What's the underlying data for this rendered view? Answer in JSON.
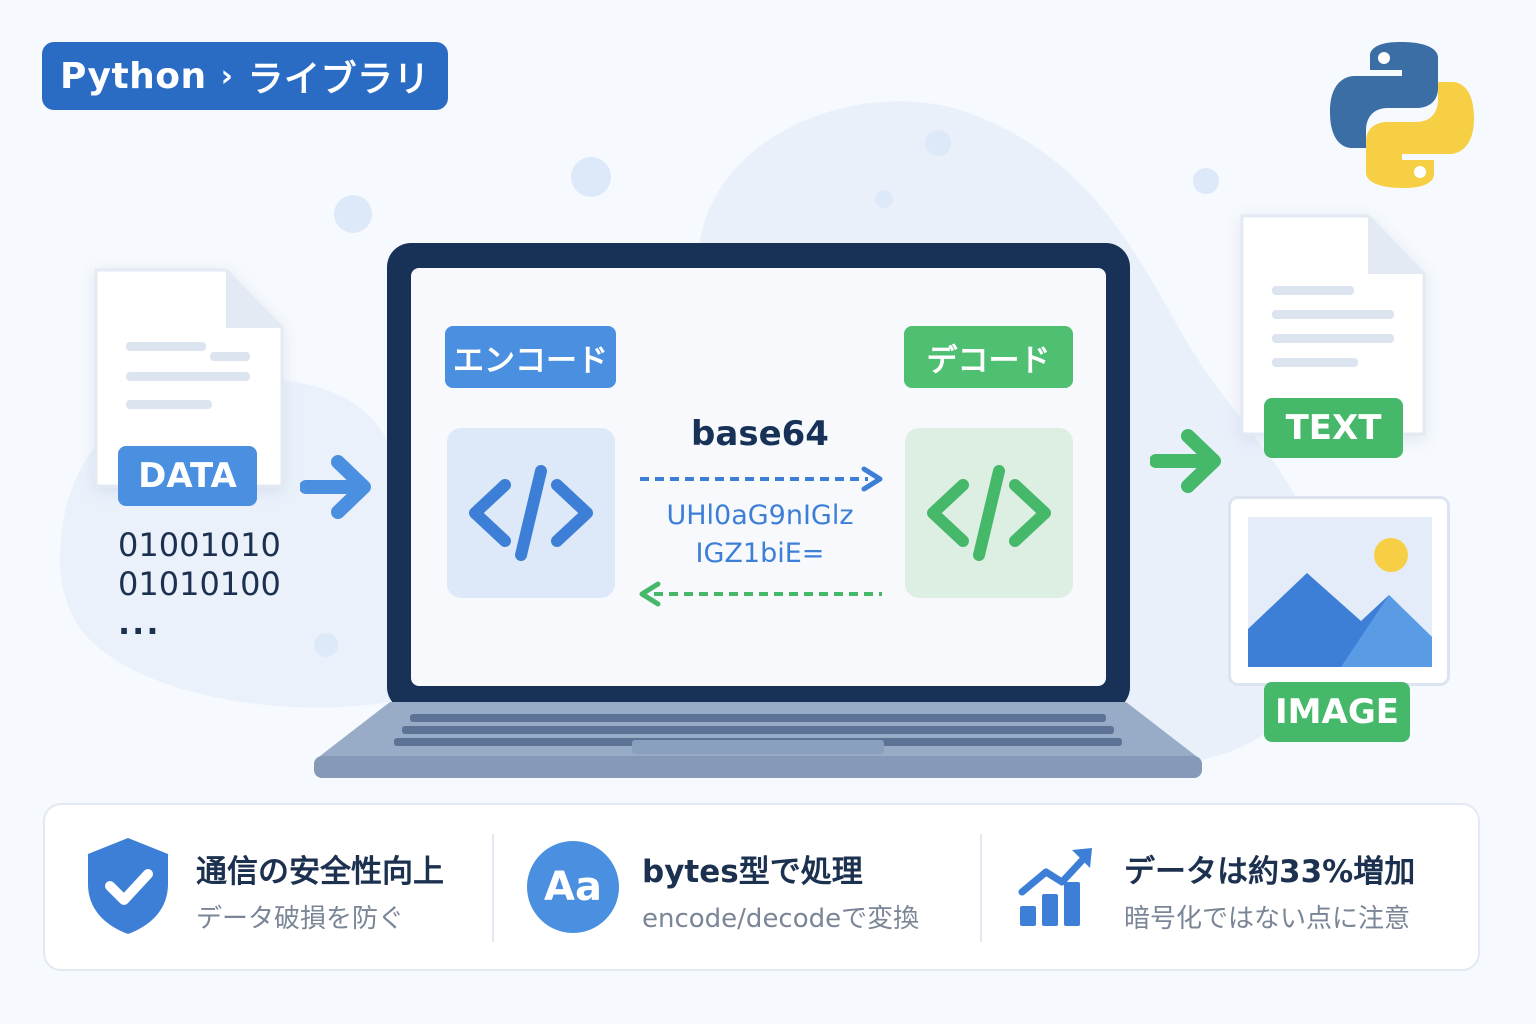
{
  "breadcrumb": {
    "parent": "Python",
    "separator": "›",
    "current": "ライブラリ"
  },
  "input": {
    "badge": "DATA",
    "binary_lines": [
      "01001010",
      "01010100",
      "..."
    ]
  },
  "screen": {
    "encode_label": "エンコード",
    "decode_label": "デコード",
    "center_label": "base64",
    "encoded_lines": [
      "UHl0aG9nIGlz",
      "IGZ1biE="
    ]
  },
  "outputs": {
    "text_badge": "TEXT",
    "image_badge": "IMAGE"
  },
  "features": [
    {
      "title": "通信の安全性向上",
      "subtitle": "データ破損を防ぐ",
      "icon": "shield-check-icon"
    },
    {
      "title": "bytes型で処理",
      "subtitle": "encode/decodeで変換",
      "icon": "Aa",
      "icon_name": "font-icon"
    },
    {
      "title": "データは約33%増加",
      "subtitle": "暗号化ではない点に注意",
      "icon": "chart-up-icon"
    }
  ],
  "colors": {
    "primary_blue": "#2a6cc4",
    "accent_blue": "#4b8fe0",
    "accent_green": "#45b86a",
    "laptop_navy": "#173256",
    "python_yellow": "#f7cf45"
  }
}
